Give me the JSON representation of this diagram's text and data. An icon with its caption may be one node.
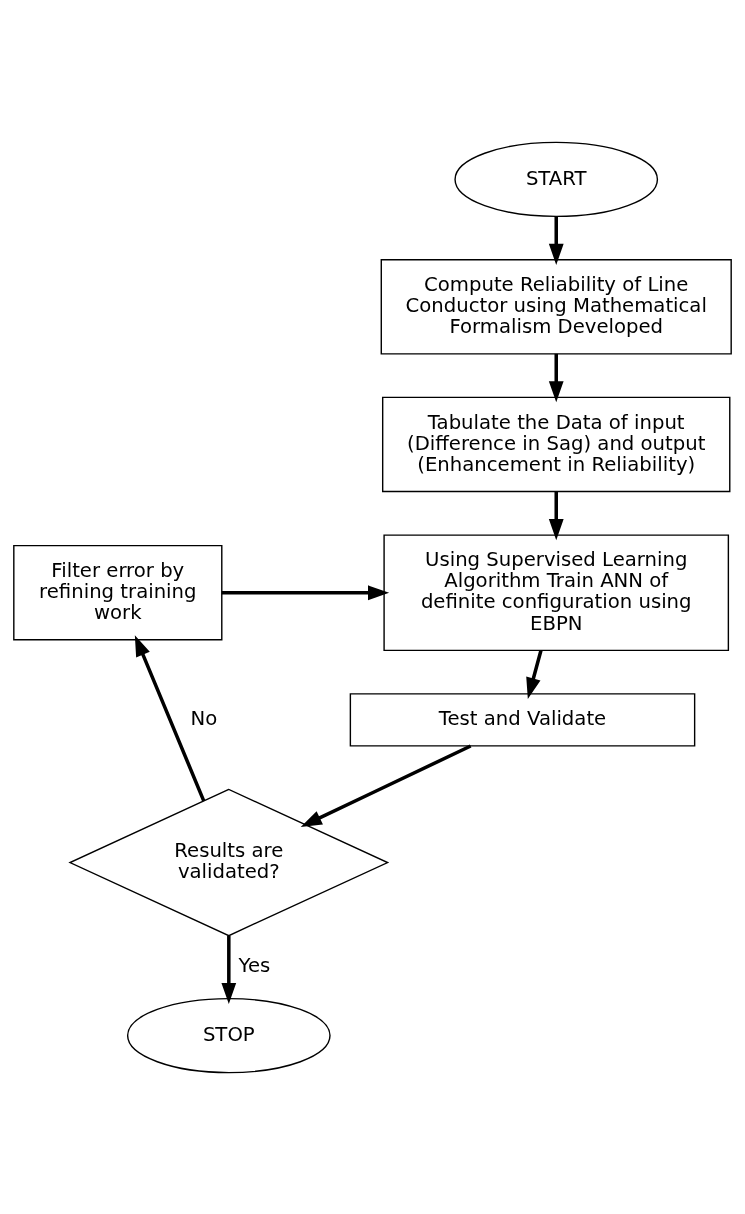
{
  "diagram": {
    "nodes": [
      {
        "text": [
          "START"
        ]
      },
      {
        "text": [
          "Compute Reliability of Line Conductor using Mathematical Formalism Developed"
        ]
      },
      {
        "text": [
          "Tabulate the Data of input (Difference in Sag) and output (Enhancement in Reliability)"
        ]
      },
      {
        "text": [
          "Using Supervised Learning Algorithm Train ANN of definite configuration using EBPN"
        ]
      },
      {
        "text": [
          "Test and Validate"
        ]
      },
      {
        "text": [
          "Results are validated?"
        ]
      },
      {
        "text": [
          "Filter error by refining training work"
        ]
      },
      {
        "text": [
          "STOP"
        ]
      }
    ],
    "edges": [
      {
        "from": 0,
        "to": 1,
        "arrow": "to"
      },
      {
        "from": 1,
        "to": 2,
        "arrow": "to"
      },
      {
        "from": 2,
        "to": 3,
        "arrow": "to"
      },
      {
        "from": 3,
        "to": 4,
        "arrow": "to"
      },
      {
        "from": 4,
        "to": 5,
        "arrow": "to"
      },
      {
        "from": 5,
        "to": 7,
        "arrow": "to",
        "label": "Yes"
      },
      {
        "from": 5,
        "to": 6,
        "arrow": "to",
        "label": "No"
      },
      {
        "from": 6,
        "to": 3,
        "arrow": "to"
      }
    ]
  }
}
